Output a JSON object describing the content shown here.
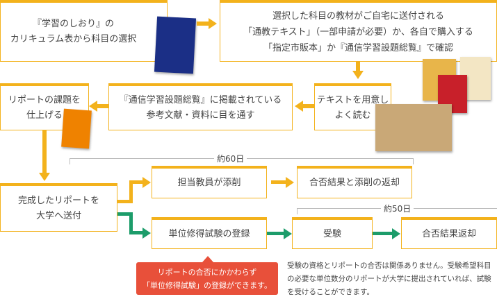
{
  "steps": {
    "select": "『学習のしおり』の\nカリキュラム表から科目の選択",
    "textbook": "選択した科目の教材がご自宅に送付される\n「通教テキスト」（一部申請が必要）か、各自で購入する\n「指定市販本」か『通信学習設題総覧』で確認",
    "read": "テキストを用意し\nよく読む",
    "refs": "『通信学習設題総覧』に掲載されている\n参考文献・資料に目を通す",
    "report": "リポートの課題を\n仕上げる",
    "send": "完成したリポートを\n大学へ送付",
    "correct": "担当教員が添削",
    "result1": "合否結果と添削の返却",
    "register": "単位修得試験の登録",
    "exam": "受験",
    "result2": "合否結果返却"
  },
  "durations": {
    "report": "約60日",
    "exam": "約50日"
  },
  "callout": "リポートの合否にかかわらず\n「単位修得試験」の登録ができます。",
  "note": "受験の資格とリポートの合否は関係ありません。受験希望科目の必要な単位数分のリポートが大学に提出されていれば、試験を受けることができます。",
  "colors": {
    "accent": "#f3b21c",
    "exam_flow": "#1c9c6a",
    "callout": "#e8503a"
  }
}
